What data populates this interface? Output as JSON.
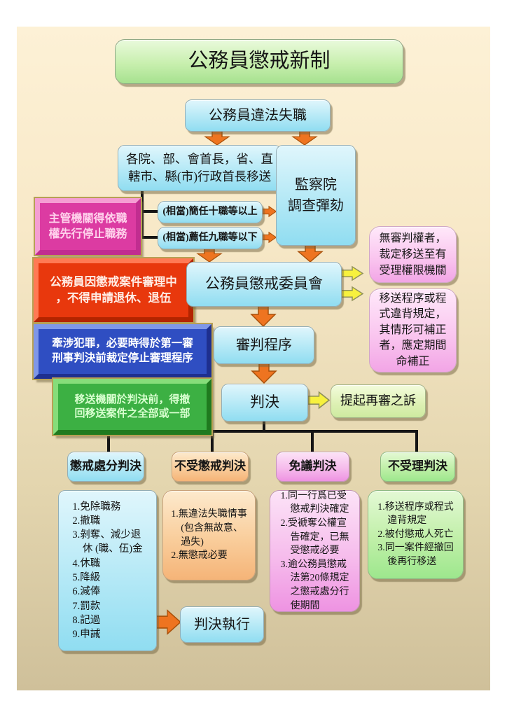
{
  "title": "公務員懲戒新制",
  "nodes": {
    "start": "公務員違法失職",
    "agency": "各院、部、會首長，省、直\n轄市、縣(市)行政首長移送",
    "control_yuan": "監察院\n調查彈劾",
    "rank_high": "(相當)簡任十職等以上",
    "rank_low": "(相當)薦任九職等以下",
    "committee": "公務員懲戒委員會",
    "trial": "審判程序",
    "judgment": "判決",
    "retrial": "提起再審之訴",
    "execution": "判決執行"
  },
  "notes": {
    "suspend": "主管機關得依職\n權先行停止職務",
    "no_retirement": "公務員因懲戒案件審理中\n，不得申請退休、退伍",
    "criminal": "牽涉犯罪，必要時得於第一審\n刑事判決前裁定停止審理程序",
    "withdraw": "移送機關於判決前，得撤\n回移送案件之全部或一部",
    "no_jurisdiction": "無審判權者，\n裁定移送至有\n受理權限機關",
    "correction": "移送程序或程\n式違背規定，\n其情形可補正\n者，應定期間\n命補正"
  },
  "branches": [
    {
      "label": "懲戒處分判決",
      "items": "1.免除職務\n2.撤職\n3.剝奪、減少退\n　休 (職、伍)金\n4.休職\n5.降級\n6.減俸\n7.罰款\n8.記過\n9.申誡"
    },
    {
      "label": "不受懲戒判決",
      "items": "1.無違法失職情事\n　(包含無故意、\n　過失)\n2.無懲戒必要"
    },
    {
      "label": "免議判決",
      "items": "1.同一行爲已受\n　懲戒判決確定\n2.受褫奪公權宣\n　告確定，已無\n　受懲戒必要\n3.逾公務員懲戒\n　法第20條規定\n　之懲戒處分行\n　使期間"
    },
    {
      "label": "不受理判決",
      "items": "1.移送程序或程式\n　違背規定\n2.被付懲戒人死亡\n3.同一案件經撤回\n　後再行移送"
    }
  ],
  "colors": {
    "background_top": "#fdf1d6",
    "background_bottom": "#cfc09a",
    "arrow_orange": "#ee7420",
    "arrow_yellow": "#f7f13e",
    "pink_note": "#dc3ba2",
    "red_note": "#e8380d",
    "blue_note": "#2f4ec2",
    "green_note": "#3cb043"
  }
}
